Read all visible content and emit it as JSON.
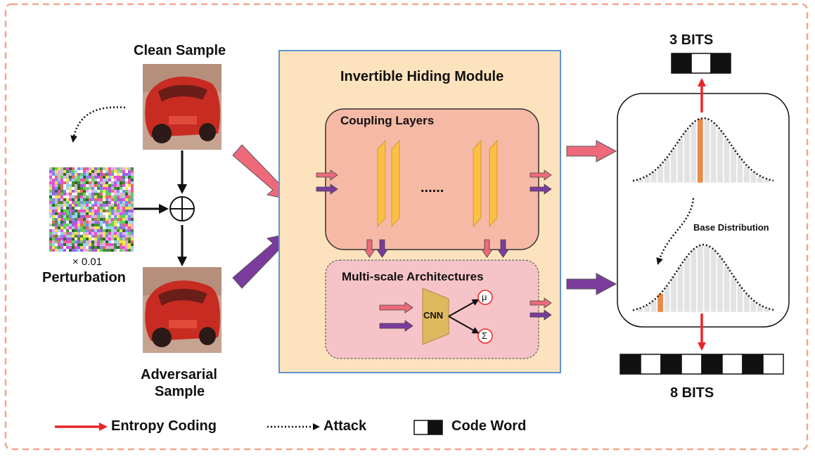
{
  "colors": {
    "frame_dashed": "#f2a58c",
    "module_fill": "#fde3bd",
    "module_border": "#5f93d3",
    "coupling_fill": "#f6b9a6",
    "multiscale_fill": "#f6c3c8",
    "layer_orange": "#fbbf45",
    "pink_arrow": "#ee6a7b",
    "purple_arrow": "#7b3b9d",
    "red_arrow": "#e8262c",
    "cnn_fill": "#e0b85e",
    "highlight_bar": "#ea8a48",
    "car_red": "#c72b22"
  },
  "labels": {
    "clean_sample": "Clean Sample",
    "perturbation": "Perturbation",
    "perturb_scale": "× 0.01",
    "adversarial_1": "Adversarial",
    "adversarial_2": "Sample",
    "module_title": "Invertible Hiding Module",
    "coupling_title": "Coupling Layers",
    "ellipsis": "......",
    "multiscale_title": "Multi-scale Architectures",
    "cnn": "CNN",
    "mu": "μ",
    "sigma": "Σ",
    "bits_top": "3 BITS",
    "bits_bottom": "8 BITS",
    "base_distribution": "Base Distribution"
  },
  "code_words": {
    "top_3bits": [
      1,
      0,
      1
    ],
    "bottom_8bits": [
      1,
      0,
      1,
      0,
      1,
      0,
      1,
      0
    ]
  },
  "legend": {
    "entropy_coding": "Entropy Coding",
    "attack": "Attack",
    "code_word": "Code Word"
  },
  "icons": [
    "xor-plus-icon",
    "dotted-arrow-icon",
    "red-arrow-icon",
    "block-arrow-icon",
    "gaussian-curve-icon"
  ]
}
